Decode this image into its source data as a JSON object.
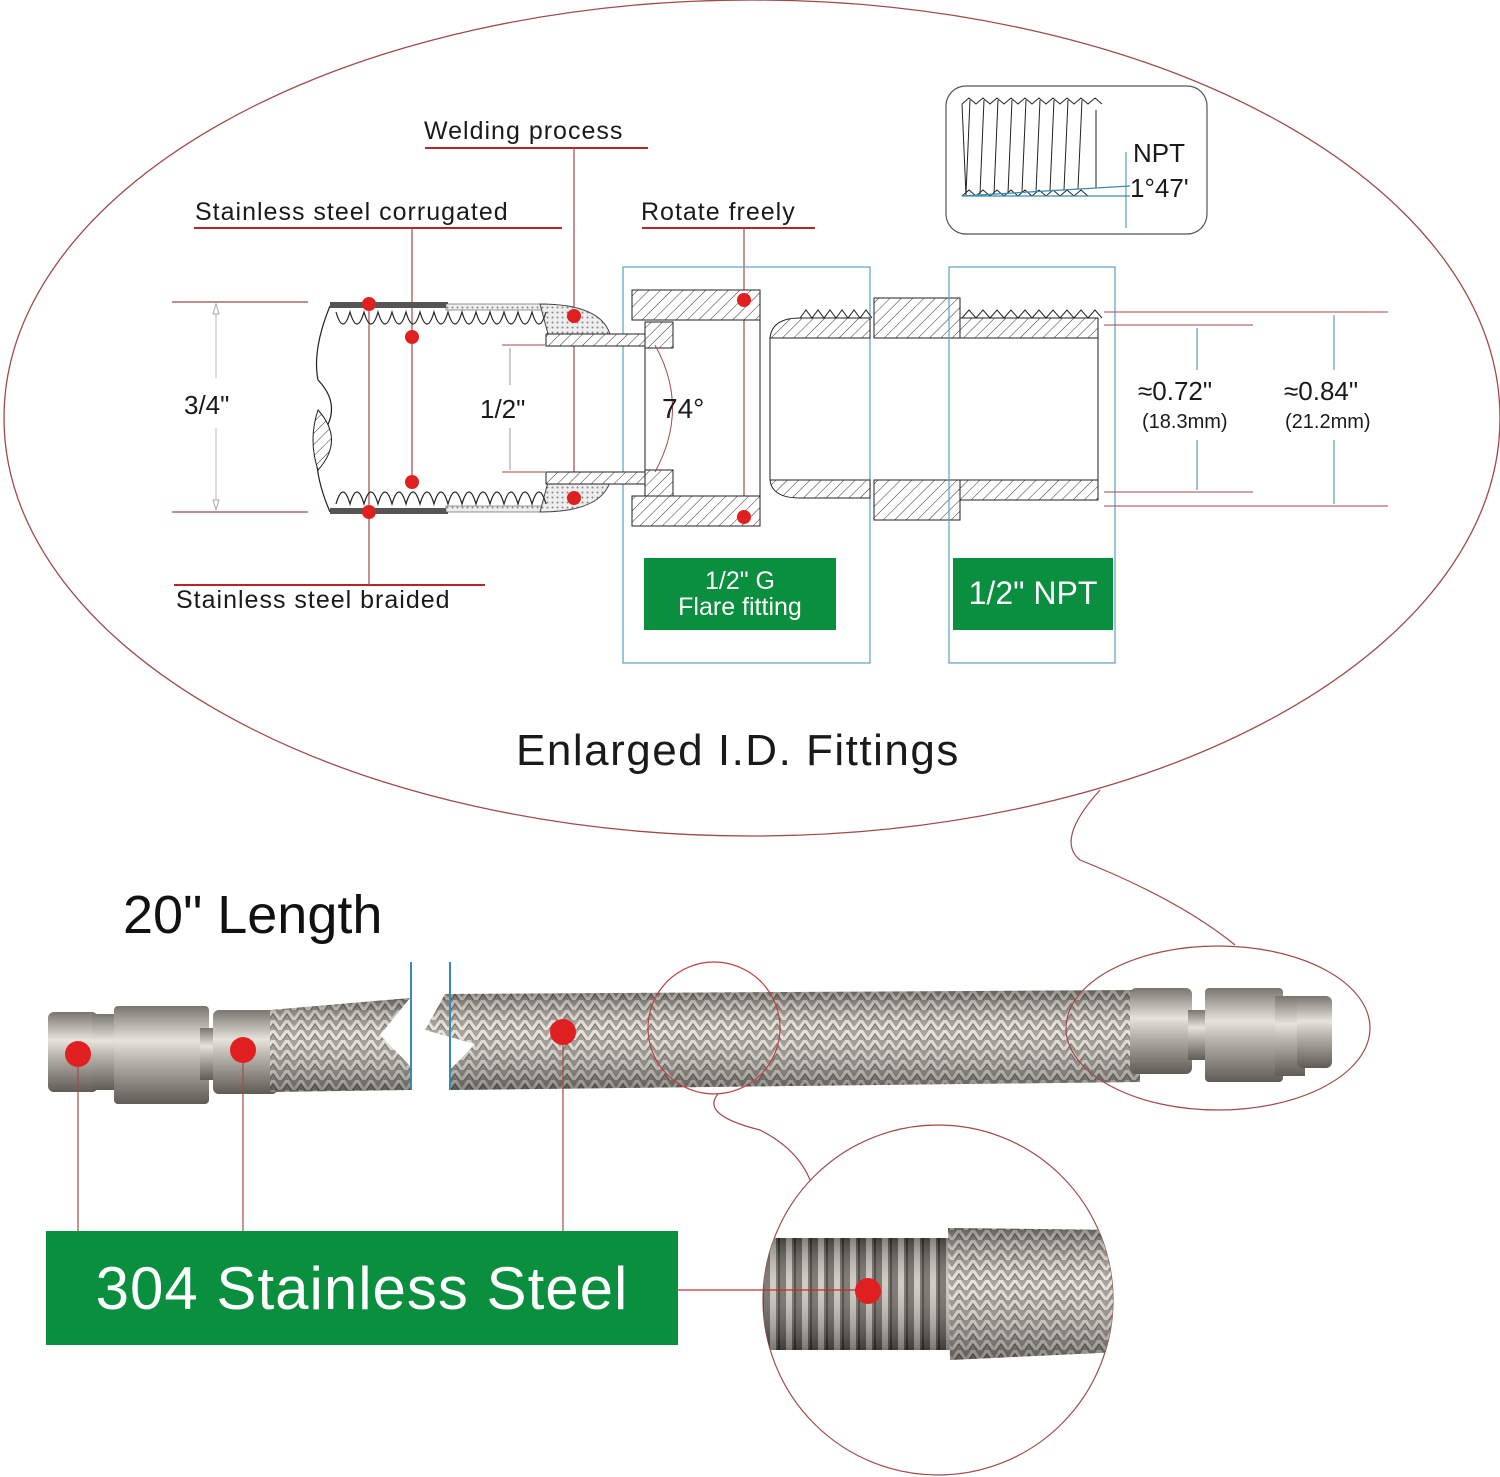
{
  "diagram": {
    "title": "Enlarged I.D. Fittings",
    "callouts": {
      "welding_process": "Welding process",
      "ss_corrugated": "Stainless  steel  corrugated",
      "rotate_freely": "Rotate freely",
      "ss_braided": "Stainless steel braided"
    },
    "dimensions": {
      "outer_hose": "3/4\"",
      "inner_hose": "1/2\"",
      "flare_angle": "74°",
      "npt_inner": "≈0.72\"",
      "npt_inner_mm": "(18.3mm)",
      "npt_outer": "≈0.84\"",
      "npt_outer_mm": "(21.2mm)"
    },
    "npt_inset": {
      "label": "NPT",
      "taper_angle": "1°47'"
    },
    "badges": {
      "flare_line1": "1/2\" G",
      "flare_line2": "Flare fitting",
      "npt": "1/2\" NPT"
    }
  },
  "photo": {
    "length_label": "20\" Length",
    "material_badge": "304 Stainless Steel"
  },
  "colors": {
    "badge_green": "#0a8f3f",
    "callout_red": "#e02020",
    "leader_line": "#a04a4a",
    "frame_blue": "#5aa0c0",
    "steel": "#a8a49c"
  }
}
